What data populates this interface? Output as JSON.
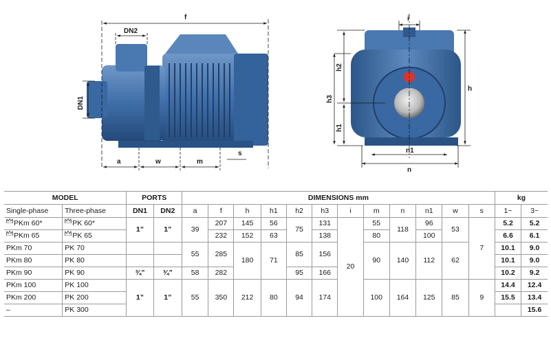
{
  "drawing_labels": {
    "f": "f",
    "dn2": "DN2",
    "dn1": "DN1",
    "a": "a",
    "w": "w",
    "m": "m",
    "s": "s",
    "i": "i",
    "h": "h",
    "h1": "h1",
    "h2": "h2",
    "h3": "h3",
    "n": "n",
    "n1": "n1"
  },
  "colors": {
    "pump_blue": "#3f6ea8",
    "pump_dark": "#244a7a",
    "pump_light": "#7fa4cf",
    "line": "#1a1a1a"
  },
  "table": {
    "group_headers": {
      "model": "MODEL",
      "ports": "PORTS",
      "dimensions": "DIMENSIONS mm",
      "kg": "kg"
    },
    "sub_headers": {
      "single_phase": "Single-phase",
      "three_phase": "Three-phase",
      "dn1": "DN1",
      "dn2": "DN2",
      "a": "a",
      "f": "f",
      "h": "h",
      "h1": "h1",
      "h2": "h2",
      "h3": "h3",
      "i": "i",
      "m": "m",
      "n": "n",
      "n1": "n1",
      "w": "w",
      "s": "s",
      "kg1": "1~",
      "kg3": "3~"
    },
    "models": {
      "r1": {
        "single": "PKm 60*",
        "three": "PK 60*"
      },
      "r2": {
        "single": "PKm 65",
        "three": "PK 65"
      },
      "r3": {
        "single": "PKm 70",
        "three": "PK 70"
      },
      "r4": {
        "single": "PKm 80",
        "three": "PK 80"
      },
      "r5": {
        "single": "PKm 90",
        "three": "PK 90"
      },
      "r6": {
        "single": "PKm 100",
        "three": "PK 100"
      },
      "r7": {
        "single": "PKm 200",
        "three": "PK 200"
      },
      "r8": {
        "single": "–",
        "three": "PK 300"
      }
    },
    "cells": {
      "dn1_a": "1”",
      "dn2_a": "1”",
      "dn1_b": "¾”",
      "dn2_b": "¾”",
      "dn1_c": "1”",
      "dn2_c": "1”",
      "a_1": "39",
      "a_2": "55",
      "a_3": "58",
      "a_4": "55",
      "f_1": "207",
      "f_2": "232",
      "f_3": "285",
      "f_4": "282",
      "f_5": "350",
      "h_1": "145",
      "h_2": "152",
      "h_3": "180",
      "h_4": "212",
      "h1_1": "56",
      "h1_2": "63",
      "h1_3": "71",
      "h1_4": "80",
      "h2_1": "75",
      "h2_2": "85",
      "h2_3": "95",
      "h2_4": "94",
      "h3_1": "131",
      "h3_2": "138",
      "h3_3": "156",
      "h3_4": "166",
      "h3_5": "174",
      "i_1": "20",
      "m_1": "55",
      "m_2": "80",
      "m_3": "90",
      "m_4": "100",
      "n_1": "118",
      "n_2": "140",
      "n_3": "164",
      "n1_1": "96",
      "n1_2": "100",
      "n1_3": "112",
      "n1_4": "125",
      "w_1": "53",
      "w_2": "62",
      "w_3": "85",
      "s_1": "7",
      "s_2": "9"
    },
    "weights": [
      {
        "kg1": "5.2",
        "kg3": "5.2"
      },
      {
        "kg1": "6.6",
        "kg3": "6.1"
      },
      {
        "kg1": "10.1",
        "kg3": "9.0"
      },
      {
        "kg1": "10.1",
        "kg3": "9.0"
      },
      {
        "kg1": "10.2",
        "kg3": "9.2"
      },
      {
        "kg1": "14.4",
        "kg3": "12.4"
      },
      {
        "kg1": "15.5",
        "kg3": "13.4"
      },
      {
        "kg1": "",
        "kg3": "15.6"
      }
    ]
  }
}
